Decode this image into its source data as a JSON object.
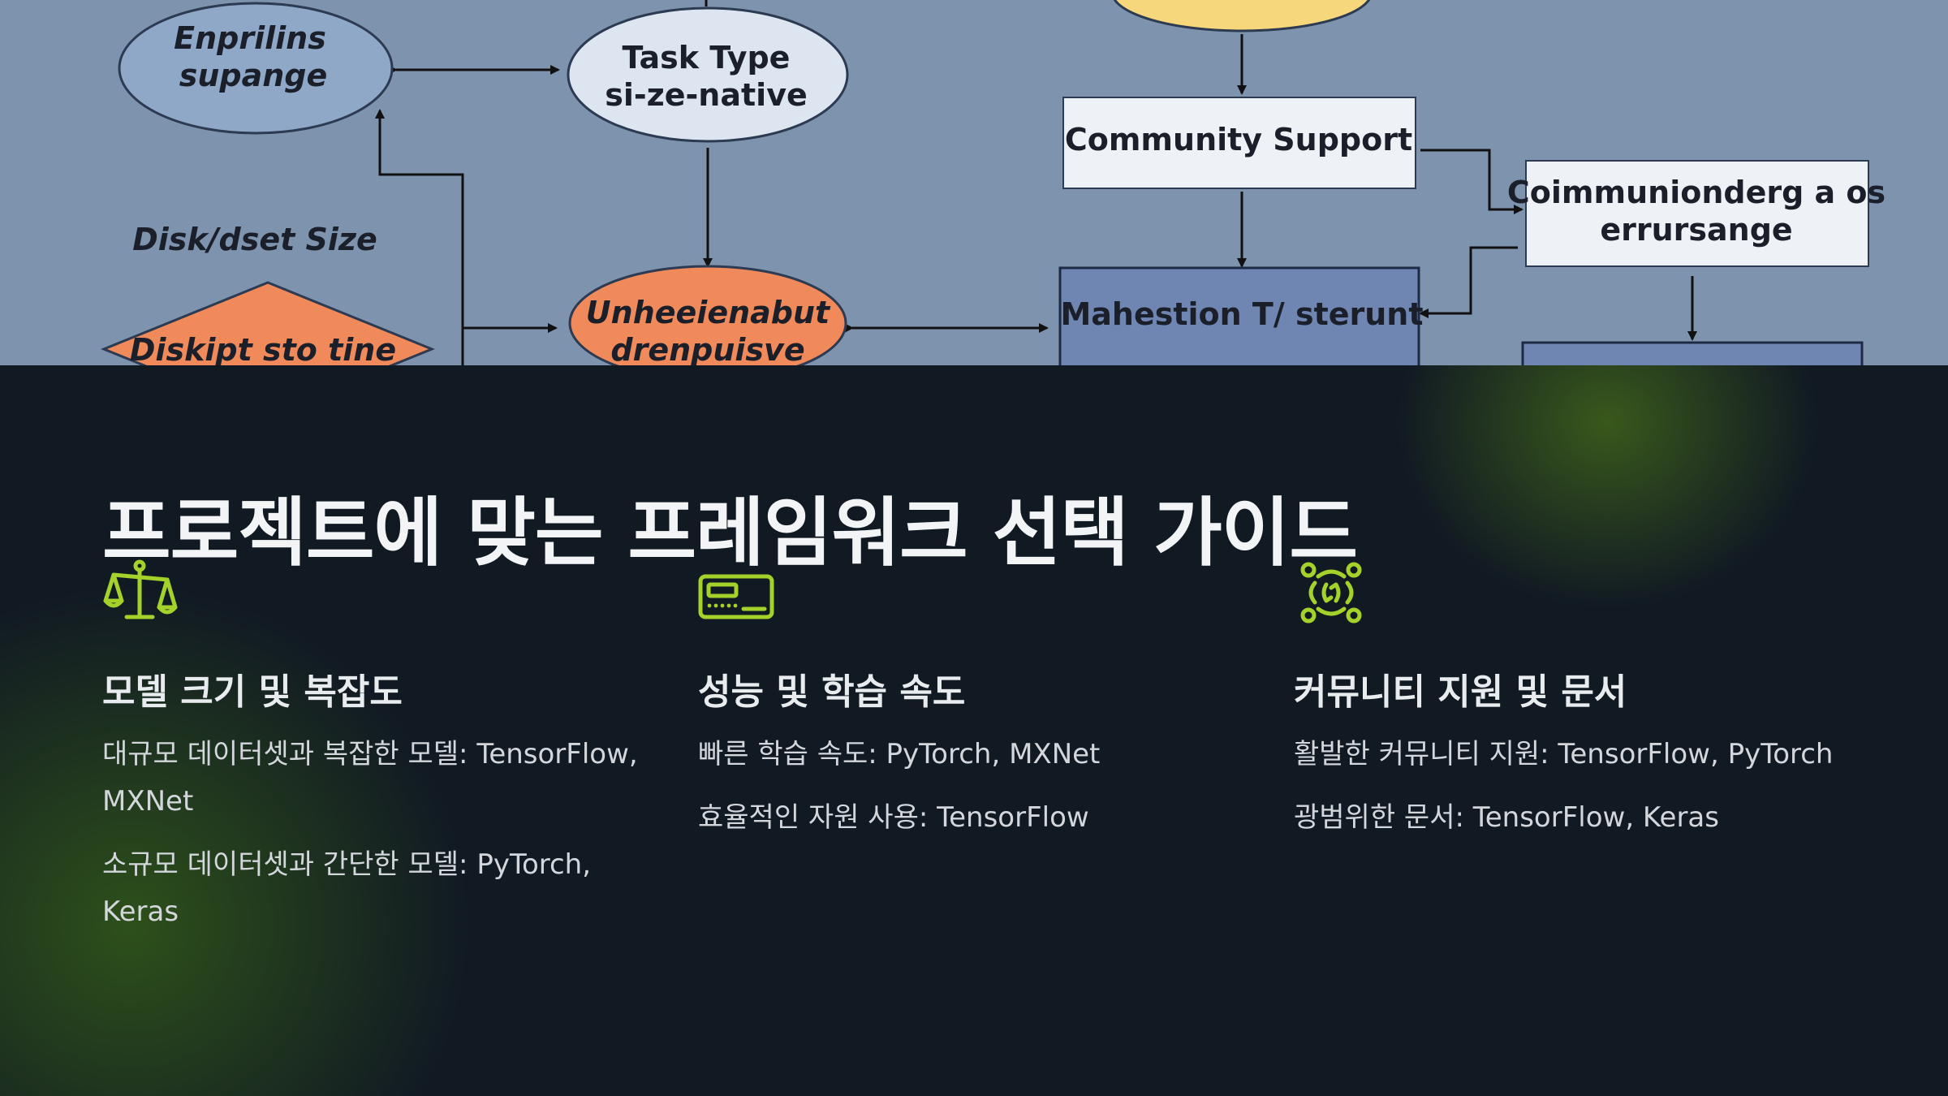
{
  "hero": {
    "nodes": {
      "enprilins": [
        "Enprilins",
        "supange"
      ],
      "task_type": [
        "Task Type",
        "si-ze-native"
      ],
      "disk_size": "Disk/dset Size",
      "diskipt": "Diskipt sto tine",
      "unheeienabut": [
        "Unheeienabut",
        "drenpuisve"
      ],
      "community_support": "Community Support",
      "coimmunionder": [
        "Coimmunionderg a  os",
        "errursange"
      ],
      "mahestion": "Mahestion  T/ sterunt"
    },
    "colors": {
      "background": "#7e93ae",
      "ellipse_blue": "#8fa8c8",
      "ellipse_light": "#dde6f0",
      "orange": "#f08a5a",
      "yellow": "#f7d77c",
      "box_white": "#eef1f5",
      "box_blue": "#6f86b3"
    }
  },
  "title": "프로젝트에 맞는 프레임워크 선택 가이드",
  "accent_color": "#a4d12a",
  "columns": [
    {
      "icon": "scale-icon",
      "title": "모델 크기 및 복잡도",
      "items": [
        "대규모 데이터셋과 복잡한 모델: TensorFlow, MXNet",
        "소규모 데이터셋과 간단한 모델: PyTorch, Keras"
      ]
    },
    {
      "icon": "gpu-card-icon",
      "title": "성능 및 학습 속도",
      "items": [
        "빠른 학습 속도: PyTorch, MXNet",
        "효율적인 자원 사용: TensorFlow"
      ]
    },
    {
      "icon": "community-cycle-icon",
      "title": "커뮤니티 지원 및 문서",
      "items": [
        "활발한 커뮤니티 지원: TensorFlow, PyTorch",
        "광범위한 문서: TensorFlow, Keras"
      ]
    }
  ]
}
